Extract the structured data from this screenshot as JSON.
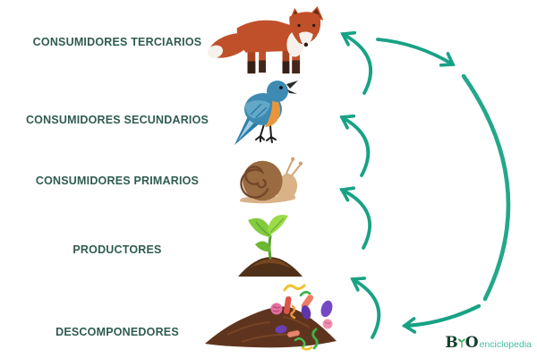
{
  "diagram": {
    "levels": [
      {
        "label": "CONSUMIDORES TERCIARIOS",
        "organism": "fox"
      },
      {
        "label": "CONSUMIDORES SECUNDARIOS",
        "organism": "blue-bird"
      },
      {
        "label": "CONSUMIDORES PRIMARIOS",
        "organism": "snail"
      },
      {
        "label": "PRODUCTORES",
        "organism": "seedling-in-soil"
      },
      {
        "label": "DESCOMPONEDORES",
        "organism": "soil-mound-with-microorganisms"
      }
    ],
    "flow": {
      "up_arrows": [
        "descomponedores to productores",
        "productores to consumidores primarios",
        "consumidores primarios to consumidores secundarios",
        "consumidores secundarios to consumidores terciarios"
      ],
      "return_arrow": "consumidores terciarios to descomponedores"
    }
  },
  "colors": {
    "arrow": "#18a284",
    "label_text": "#2f5c51",
    "background": "#ffffff",
    "logo_letters": "#16402f",
    "logo_suffix": "#45bda3"
  },
  "logo": {
    "letter_b": "B",
    "letter_o": "O",
    "suffix": "enciclopedia"
  }
}
